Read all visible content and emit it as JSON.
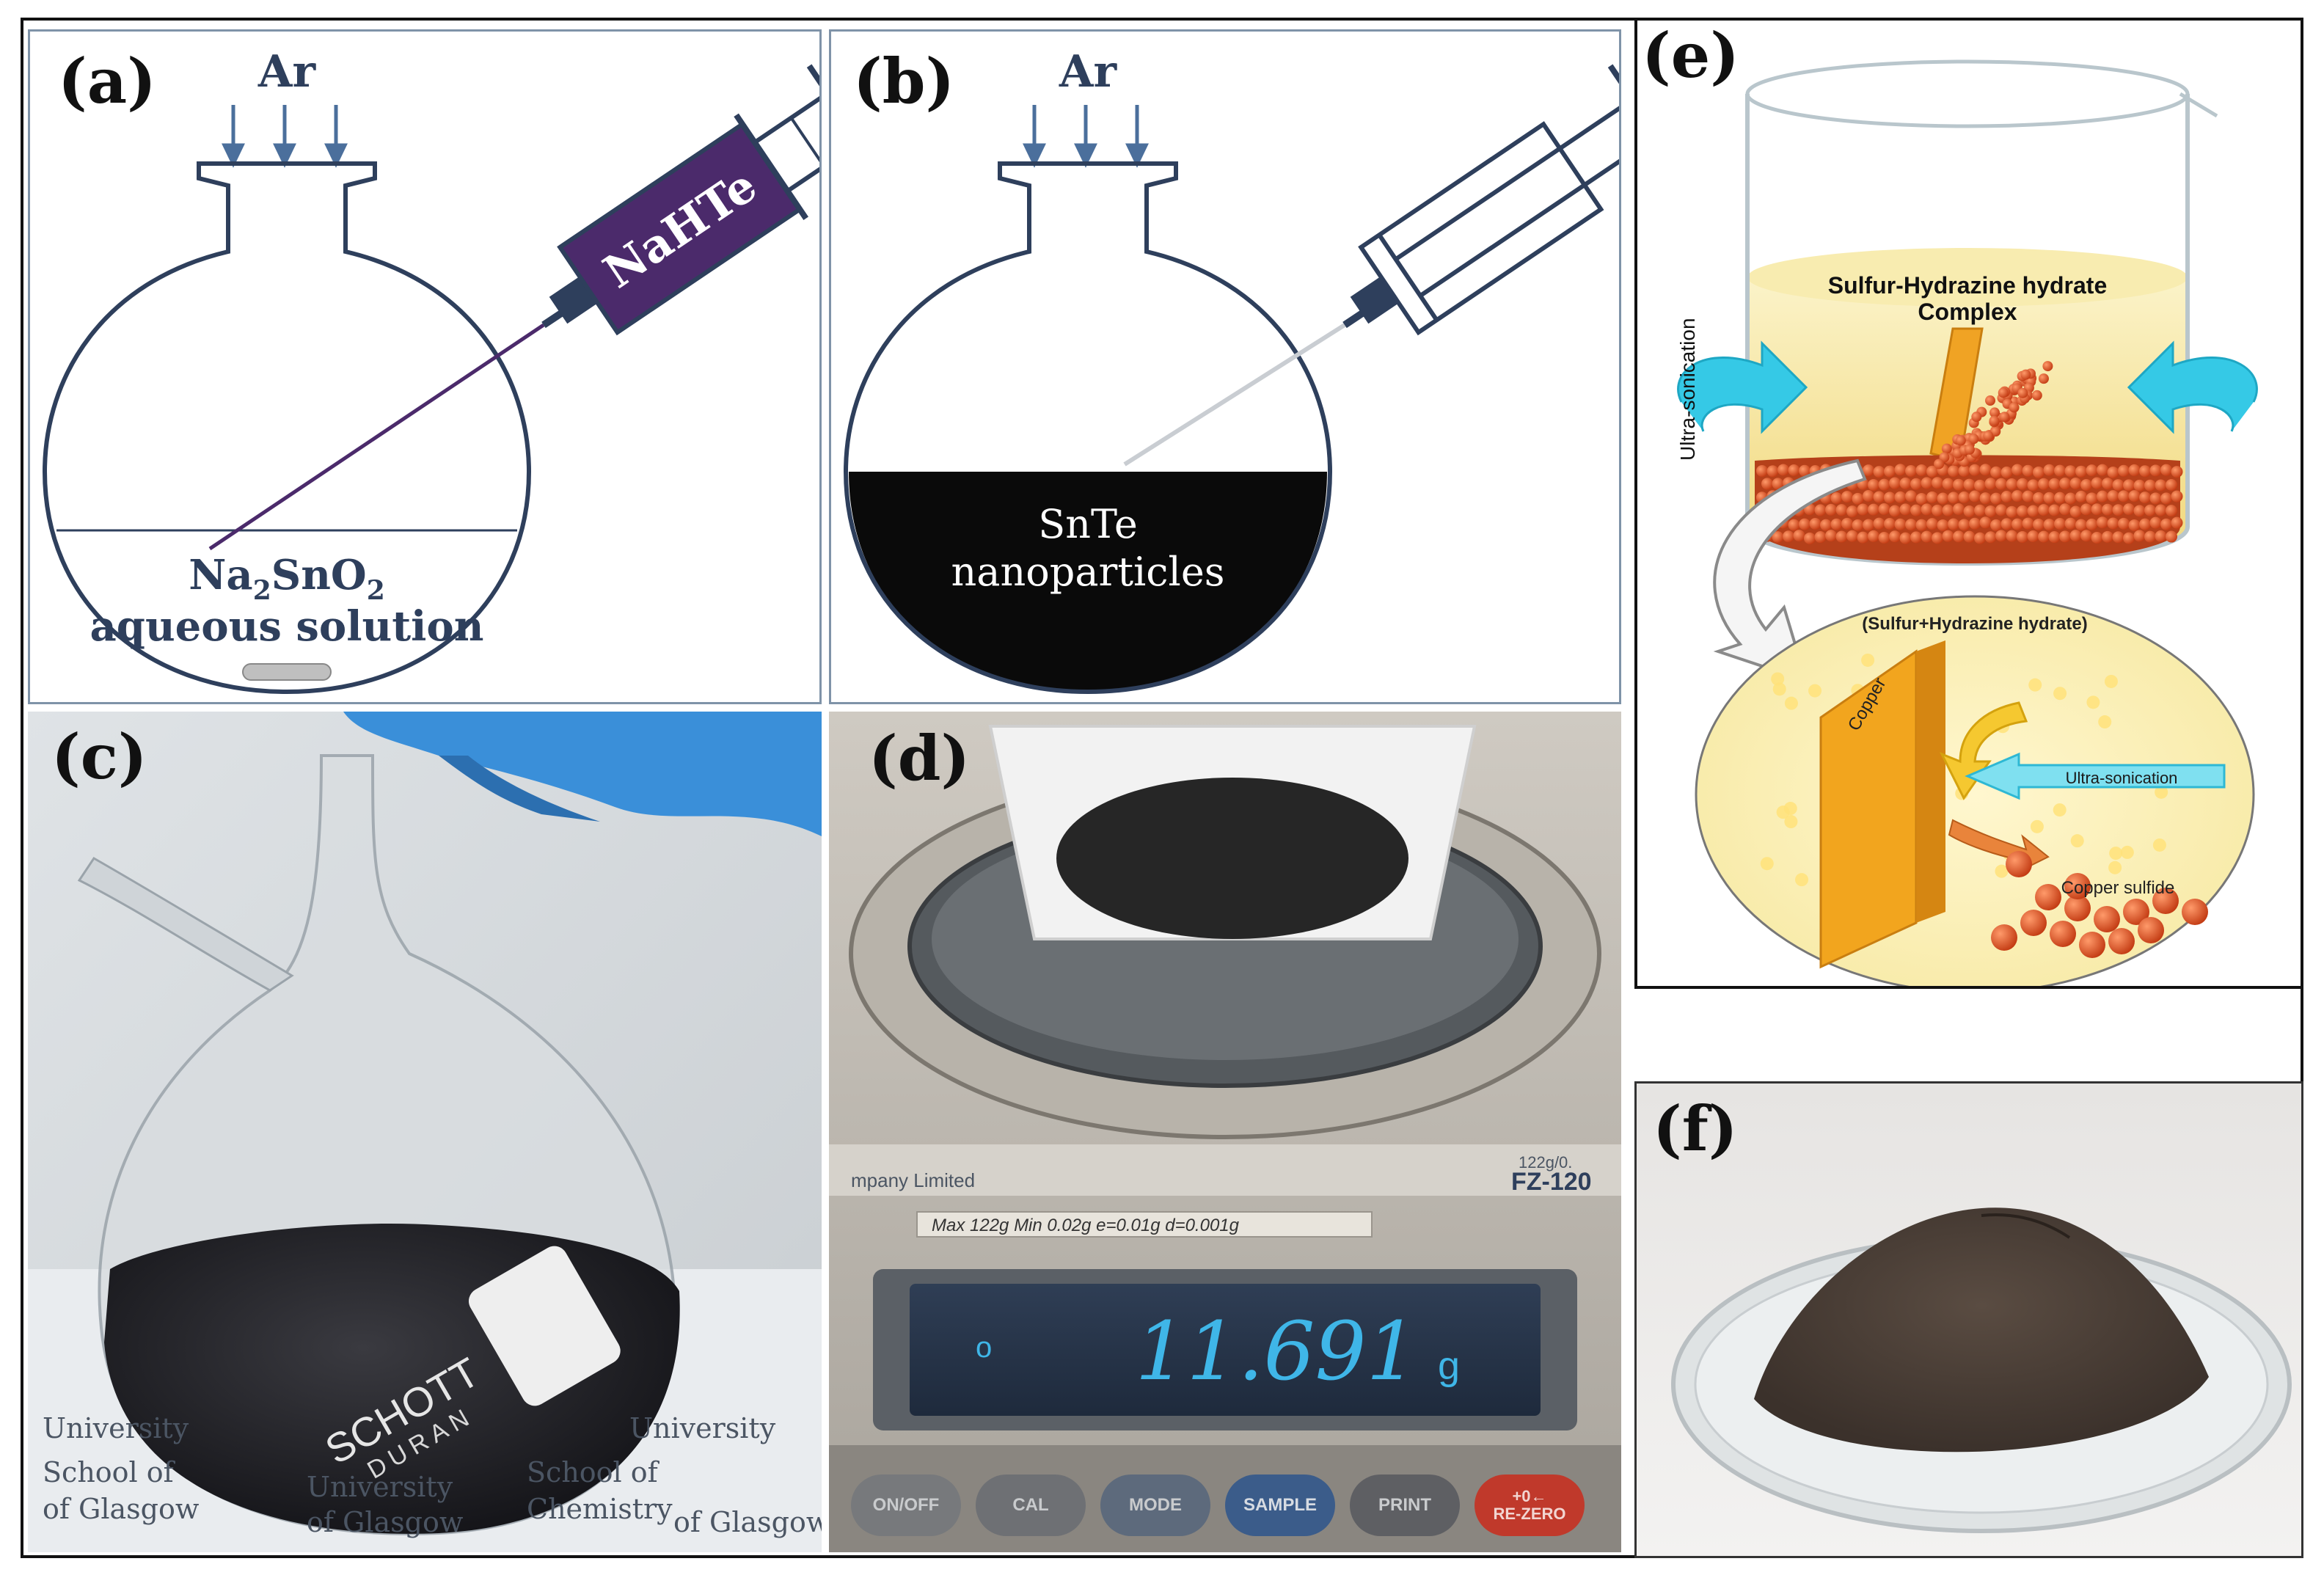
{
  "panels": {
    "a": {
      "label": "(a)",
      "gas": "Ar",
      "syringe_label": "NaHTe",
      "solution_line1_main": "Na",
      "solution_line1_sub1": "2",
      "solution_line1_mid": "SnO",
      "solution_line1_sub2": "2",
      "solution_line2": "aqueous solution"
    },
    "b": {
      "label": "(b)",
      "gas": "Ar",
      "product_line1": "SnTe",
      "product_line2": "nanoparticles"
    },
    "c": {
      "label": "(c)",
      "flask_brand_top": "SCHOTT",
      "flask_brand_bottom": "DURAN",
      "paper_text_1": "University",
      "paper_text_2": "of Glasgow",
      "paper_text_3": "School of",
      "paper_text_4": "Chemistry"
    },
    "d": {
      "label": "(d)",
      "spec_strip": "Max 122g  Min 0.02g  e=0.01g  d=0.001g",
      "model": "FZ-120",
      "model_small": "122g/0.",
      "company_fragment": "mpany Limited",
      "display_value": "11.691",
      "display_unit": "g",
      "display_symbol": "o",
      "buttons": [
        "ON/OFF",
        "CAL",
        "MODE",
        "SAMPLE",
        "PRINT",
        "RE-ZERO"
      ],
      "rezero_prefix": "+0←"
    },
    "e": {
      "label": "(e)",
      "complex_line1": "Sulfur-Hydrazine hydrate",
      "complex_line2": "Complex",
      "ultra_vertical": "Ultra-sonication",
      "zoom_title": "(Sulfur+Hydrazine hydrate)",
      "plate_label": "Copper",
      "ultra_arrow": "Ultra-sonication",
      "product": "Copper sulfide"
    },
    "f": {
      "label": "(f)"
    }
  },
  "colors": {
    "panel_border": "#7f93a8",
    "line_art": "#2e3f5c",
    "syringe_fill": "#4b2a6b",
    "black_liquid": "#0a0a0a",
    "copper_sphere": "#d94a1a",
    "cyan_arrow": "#35c9e6",
    "solution_yellow": "#f5e38a",
    "display_blue": "#3fb6e8"
  }
}
